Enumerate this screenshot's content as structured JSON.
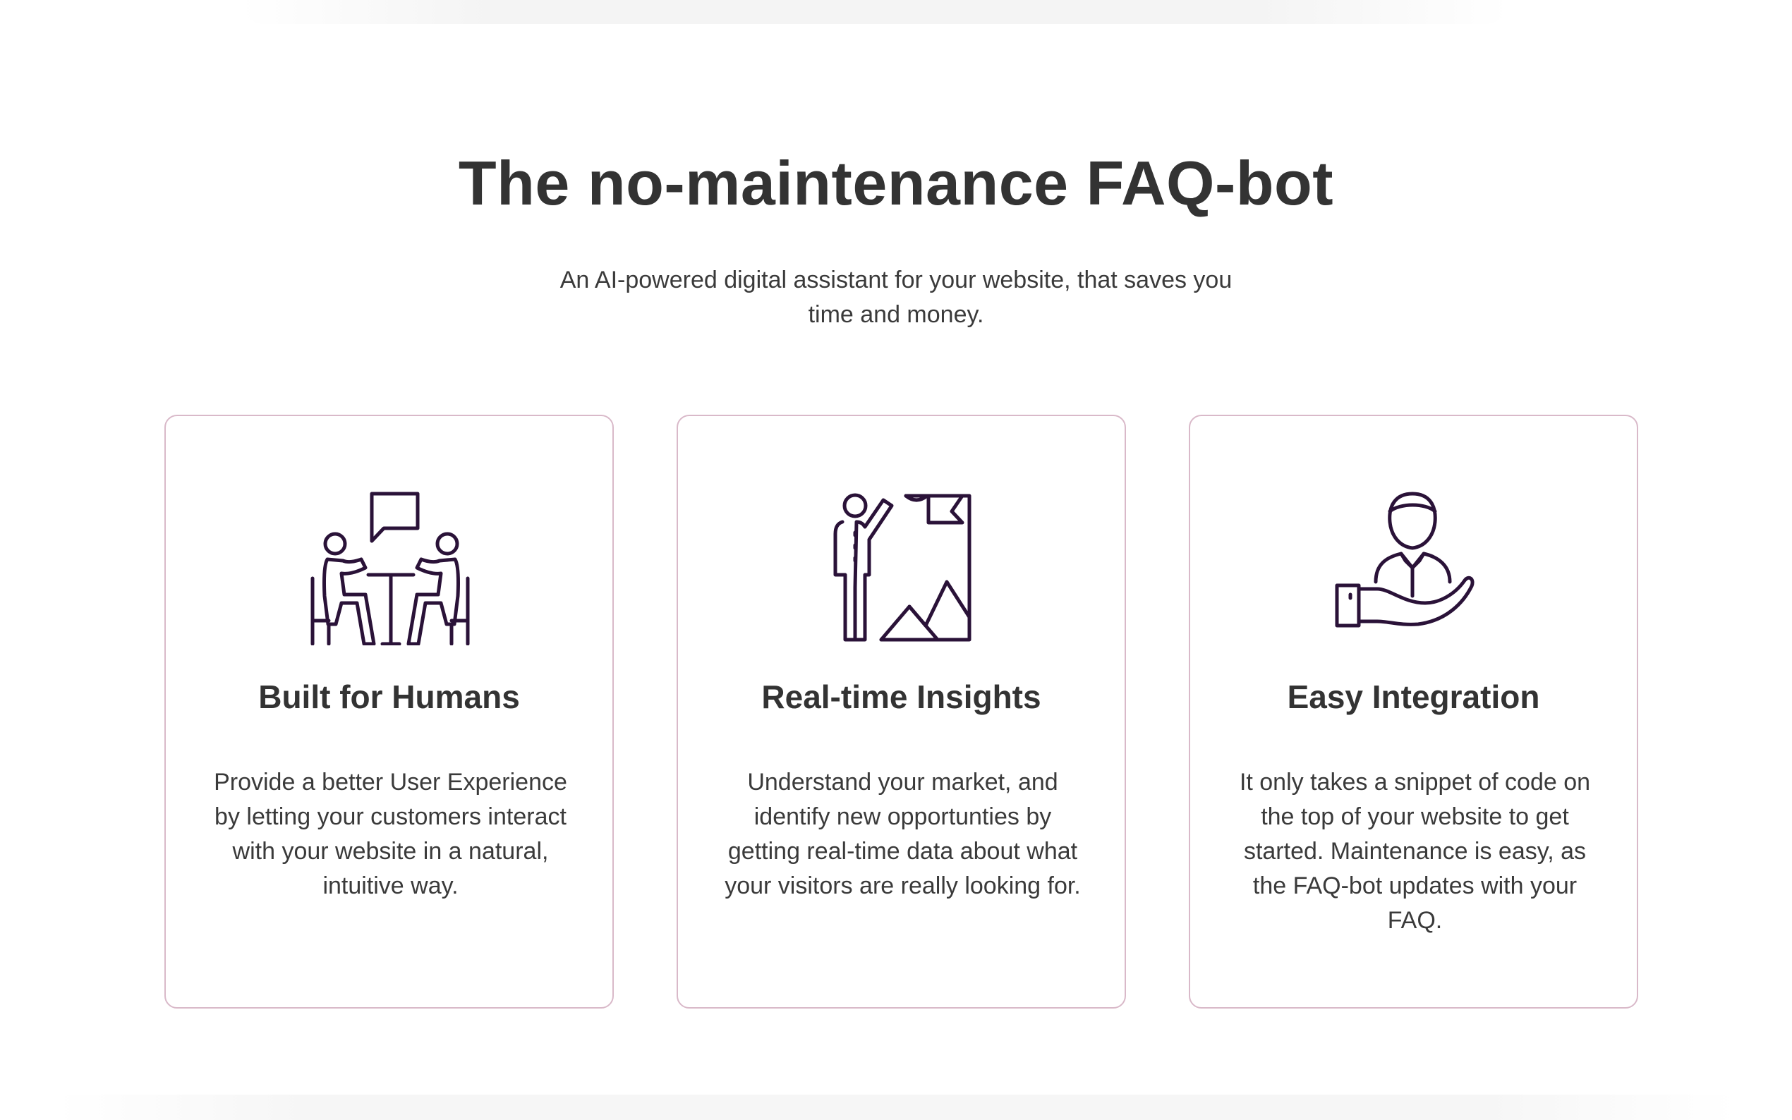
{
  "section": {
    "title": "The no-maintenance FAQ-bot",
    "subtitle": "An AI-powered digital assistant for your website, that saves you time and money."
  },
  "colors": {
    "icon_stroke": "#2a1238",
    "card_border": "#d9b9c9",
    "heading": "#333333"
  },
  "features": [
    {
      "icon": "conversation-icon",
      "title": "Built for Humans",
      "text": "Provide a better User Experience by letting your customers interact with your website in a natural, intuitive way."
    },
    {
      "icon": "presentation-insights-icon",
      "title": "Real-time Insights",
      "text": "Understand your market, and identify new opportunties by getting real-time data about what your visitors are really looking for."
    },
    {
      "icon": "person-hand-support-icon",
      "title": "Easy Integration",
      "text": "It only takes a snippet of code on the top of your website to get started. Maintenance is easy, as the FAQ-bot updates with your FAQ."
    }
  ]
}
